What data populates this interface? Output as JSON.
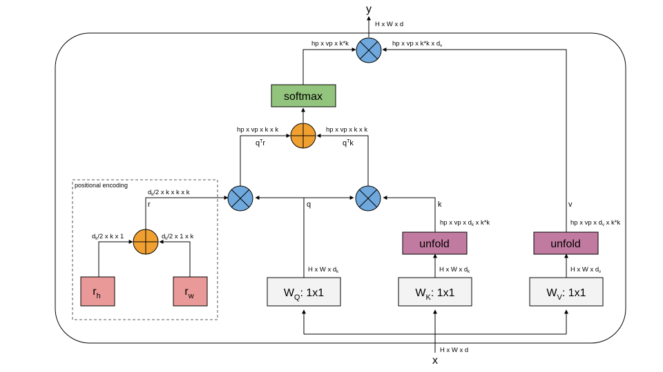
{
  "io": {
    "input": "x",
    "output": "y",
    "input_shape": "H x W x d",
    "output_shape": "H x W x d"
  },
  "positional_encoding": {
    "title": "positional encoding",
    "rh": {
      "main": "r",
      "sub": "h"
    },
    "rw": {
      "main": "r",
      "sub": "w"
    },
    "left_in": {
      "pre": "d",
      "sub": "k",
      "post": "/2 x k x 1"
    },
    "right_in": {
      "pre": "d",
      "sub": "k",
      "post": "/2 x 1 x k"
    },
    "out": {
      "pre": "d",
      "sub": "k",
      "post": "/2 x k x k x k"
    },
    "r_label": "r"
  },
  "projections": {
    "wq": {
      "pre": "W",
      "sub": "Q",
      "post": ": 1x1"
    },
    "wk": {
      "pre": "W",
      "sub": "K",
      "post": ": 1x1"
    },
    "wv": {
      "pre": "W",
      "sub": "V",
      "post": ": 1x1"
    },
    "q_shape": {
      "pre": "H x W x d",
      "sub": "k"
    },
    "k_shape": {
      "pre": "H x W x d",
      "sub": "k"
    },
    "v_shape": {
      "pre": "H x W x d",
      "sub": "v"
    }
  },
  "unfold": {
    "k_label": "unfold",
    "v_label": "unfold"
  },
  "shapes": {
    "k_unfold": {
      "pre": "hp x vp x d",
      "sub": "k",
      "post": " x k*k"
    },
    "v_unfold": {
      "pre": "hp x vp x d",
      "sub": "v",
      "post": " x k*k"
    },
    "qr": "hp x vp x k x k",
    "qk": "hp x vp x k x k",
    "softmax_out": "hp x vp x k*k",
    "v_to_out": {
      "pre": "hp x vp x k*k x d",
      "sub": "v"
    }
  },
  "labels": {
    "q": "q",
    "k": "k",
    "v": "v",
    "qTr": {
      "pre": "q",
      "sup": "T",
      "post": "r"
    },
    "qTk": {
      "pre": "q",
      "sup": "T",
      "post": "k"
    }
  },
  "softmax": {
    "label": "softmax"
  },
  "colors": {
    "plus_node": "#f0a030",
    "times_node": "#6fa8dc",
    "softmax": "#93c47d",
    "unfold": "#c27ba0",
    "rel": "#ea9999",
    "proj": "#f3f3f3"
  }
}
